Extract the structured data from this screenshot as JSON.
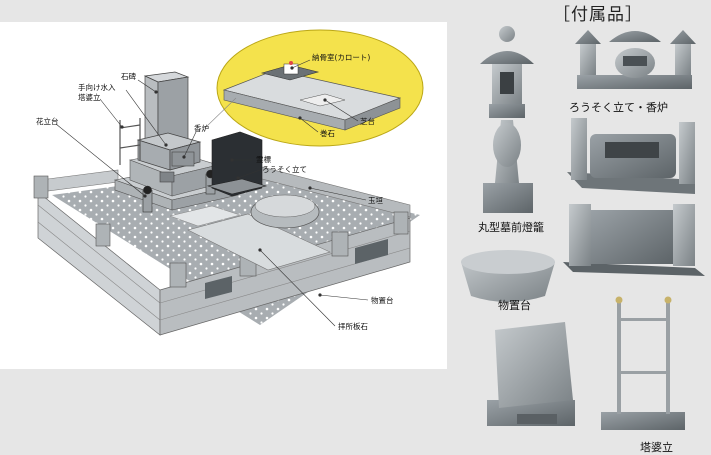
{
  "header": {
    "accessories_title": "［付属品］"
  },
  "diagram_labels": {
    "sekihi": "石碑",
    "temizu": "手向け水入",
    "tobadate_main": "塔婆立",
    "kadai": "花立台",
    "koro": "香炉",
    "noukotsu": "納骨室(カロート)",
    "shibadai": "芝台",
    "makiishi": "巻石",
    "reihyo": "霊標",
    "rousoku_main": "ろうそく立て",
    "tamagaki": "玉垣",
    "monookidai": "物置台",
    "haishoita": "拝所板石"
  },
  "accessory_captions": {
    "lantern": "丸型墓前燈籠",
    "candle_incense": "ろうそく立て・香炉",
    "shelf": "物置台",
    "stupa_stand": "塔婆立"
  },
  "colors": {
    "background": "#e6e6e6",
    "panel": "#ffffff",
    "callout_fill": "#f4e24c",
    "granite": "#9aa0a4",
    "granite_dark": "#6f767b",
    "leader": "#333333"
  }
}
